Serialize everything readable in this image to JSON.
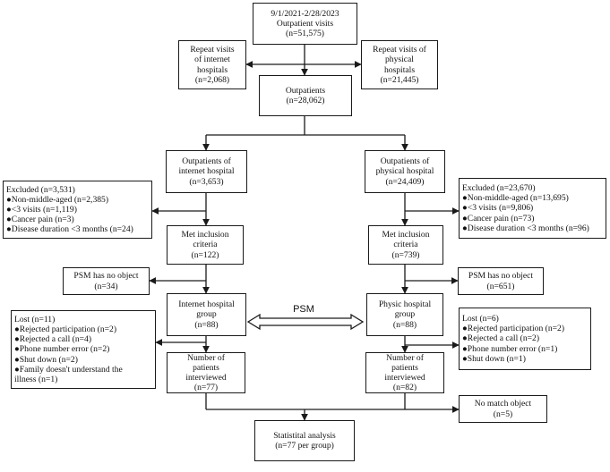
{
  "flow": {
    "top": [
      "9/1/2021-2/28/2023",
      "Outpatient visits",
      "(n=51,575)"
    ],
    "repeat_internet": [
      "Repeat visits",
      "of internet",
      "hospitals",
      "(n=2,068)"
    ],
    "repeat_physical": [
      "Repeat visits of",
      "physical",
      "hospitals",
      "(n=21,445)"
    ],
    "outpatients": [
      "Outpatients",
      "(n=28,062)"
    ],
    "op_internet": [
      "Outpatients of",
      "internet hospital",
      "(n=3,653)"
    ],
    "op_physical": [
      "Outpatients of",
      "physical hospital",
      "(n=24,409)"
    ],
    "excluded_left": [
      "Excluded (n=3,531)",
      "●Non-middle-aged (n=2,385)",
      "●<3 visits (n=1,119)",
      "●Cancer pain (n=3)",
      "●Disease duration <3 months (n=24)"
    ],
    "excluded_right": [
      "Excluded (n=23,670)",
      "●Non-middle-aged (n=13,695)",
      "●<3 visits (n=9,806)",
      "●Cancer pain (n=73)",
      "●Disease duration <3 months (n=96)"
    ],
    "met_internet": [
      "Met inclusion",
      "criteria",
      "(n=122)"
    ],
    "met_physical": [
      "Met inclusion",
      "criteria",
      "(n=739)"
    ],
    "psm_no_left": [
      "PSM has no object",
      "(n=34)"
    ],
    "psm_no_right": [
      "PSM has no object",
      "(n=651)"
    ],
    "group_internet": [
      "Internet hospital",
      "group",
      "(n=88)"
    ],
    "group_physical": [
      "Physic hospital",
      "group",
      "(n=88)"
    ],
    "psm_label": "PSM",
    "lost_left": [
      "Lost (n=11)",
      "●Rejected participation (n=2)",
      "●Rejected a call (n=4)",
      "●Phone number error (n=2)",
      "●Shut down (n=2)",
      "●Family doesn't understand the",
      "illness (n=1)"
    ],
    "lost_right": [
      "Lost (n=6)",
      "●Rejected participation (n=2)",
      "●Rejected a call (n=2)",
      "●Phone number error (n=1)",
      "●Shut down (n=1)"
    ],
    "interviewed_internet": [
      "Number of",
      "patients",
      "interviewed",
      "(n=77)"
    ],
    "interviewed_physical": [
      "Number of",
      "patients",
      "interviewed",
      "(n=82)"
    ],
    "no_match": [
      "No match object",
      "(n=5)"
    ],
    "analysis": [
      "Statistital analysis",
      "(n=77 per group)"
    ]
  }
}
